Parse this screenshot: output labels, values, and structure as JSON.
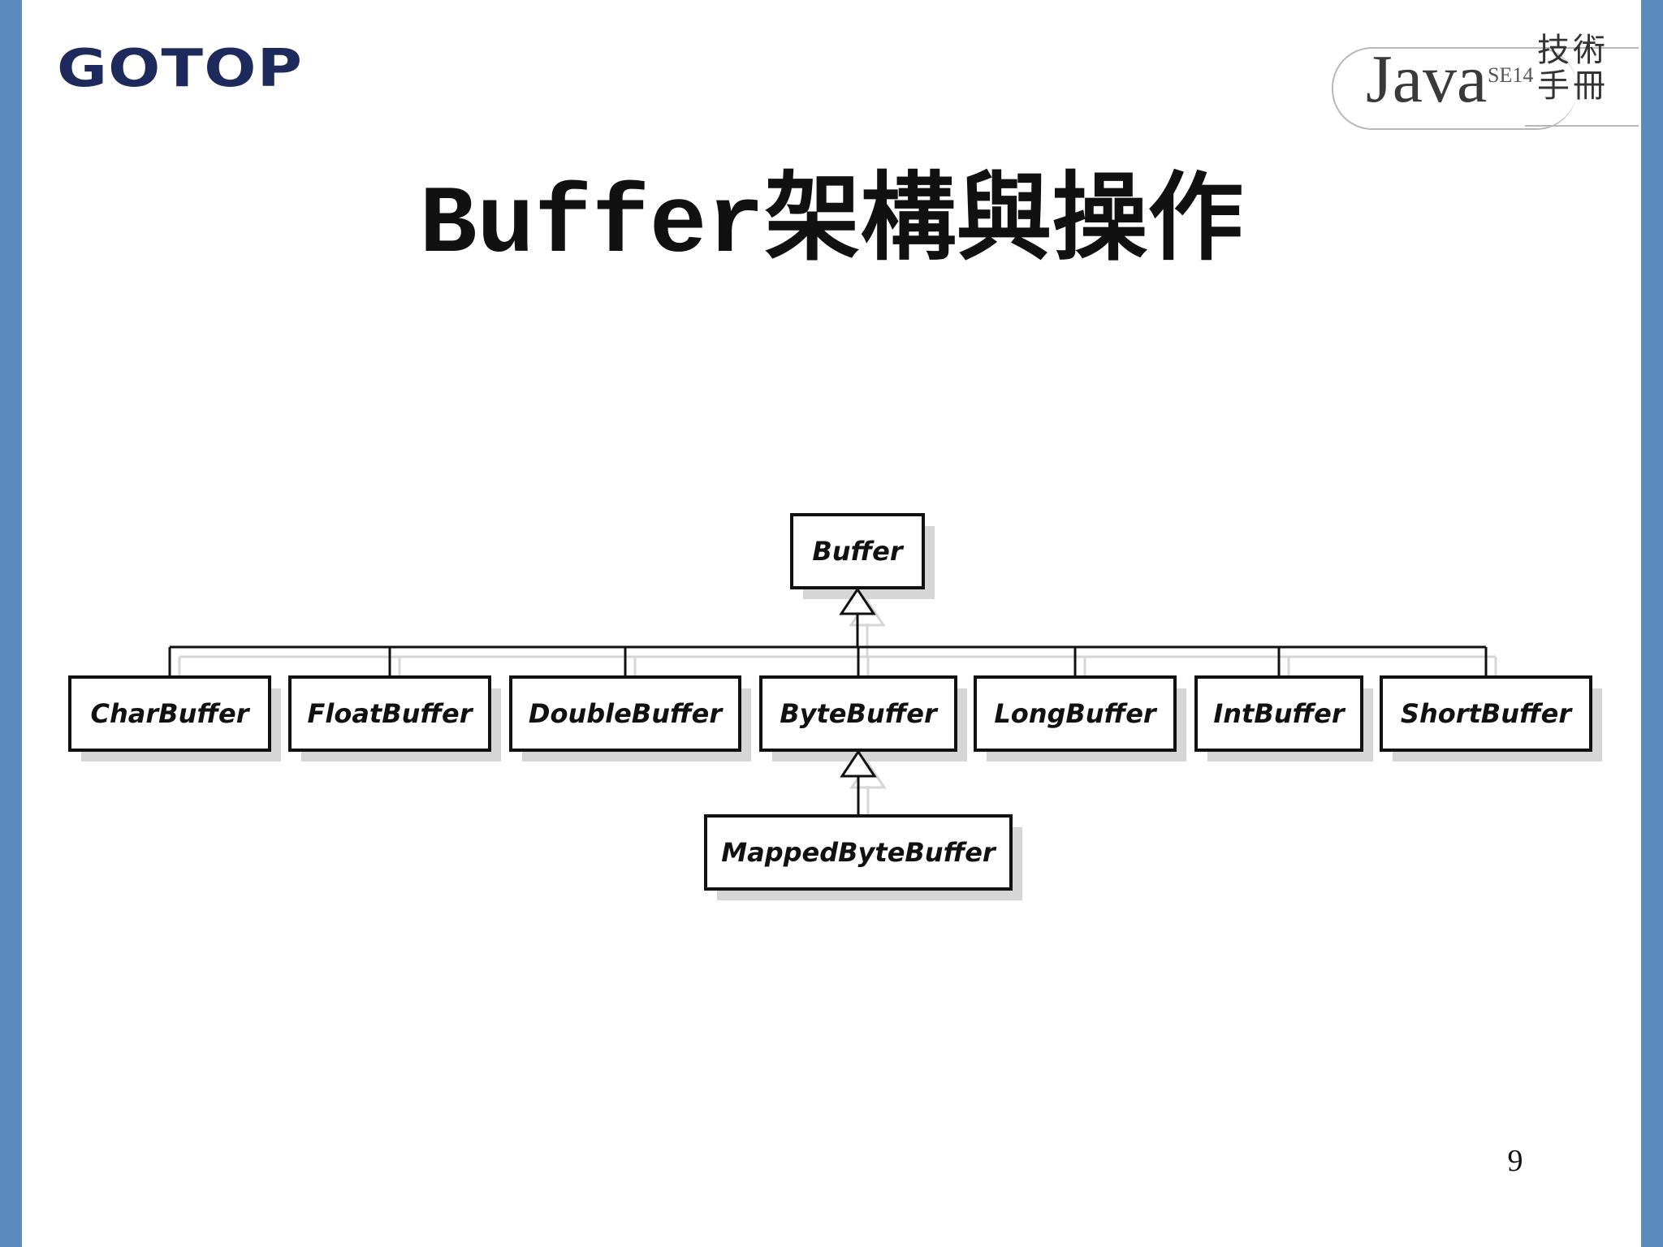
{
  "header": {
    "brand_logo_text": "GOTOP",
    "book_logo": {
      "java": "Java",
      "edition": "SE14",
      "cjk": "技術手冊"
    }
  },
  "title": "Buffer架構與操作",
  "diagram": {
    "root": "Buffer",
    "children": [
      "CharBuffer",
      "FloatBuffer",
      "DoubleBuffer",
      "ByteBuffer",
      "LongBuffer",
      "IntBuffer",
      "ShortBuffer"
    ],
    "grandchild": {
      "parent": "ByteBuffer",
      "name": "MappedByteBuffer"
    }
  },
  "page_number": "9",
  "colors": {
    "side_bar": "#5b8bbd",
    "brand_logo": "#1f2a5c",
    "box_border": "#111111",
    "box_shadow": "#d6d6d6"
  }
}
